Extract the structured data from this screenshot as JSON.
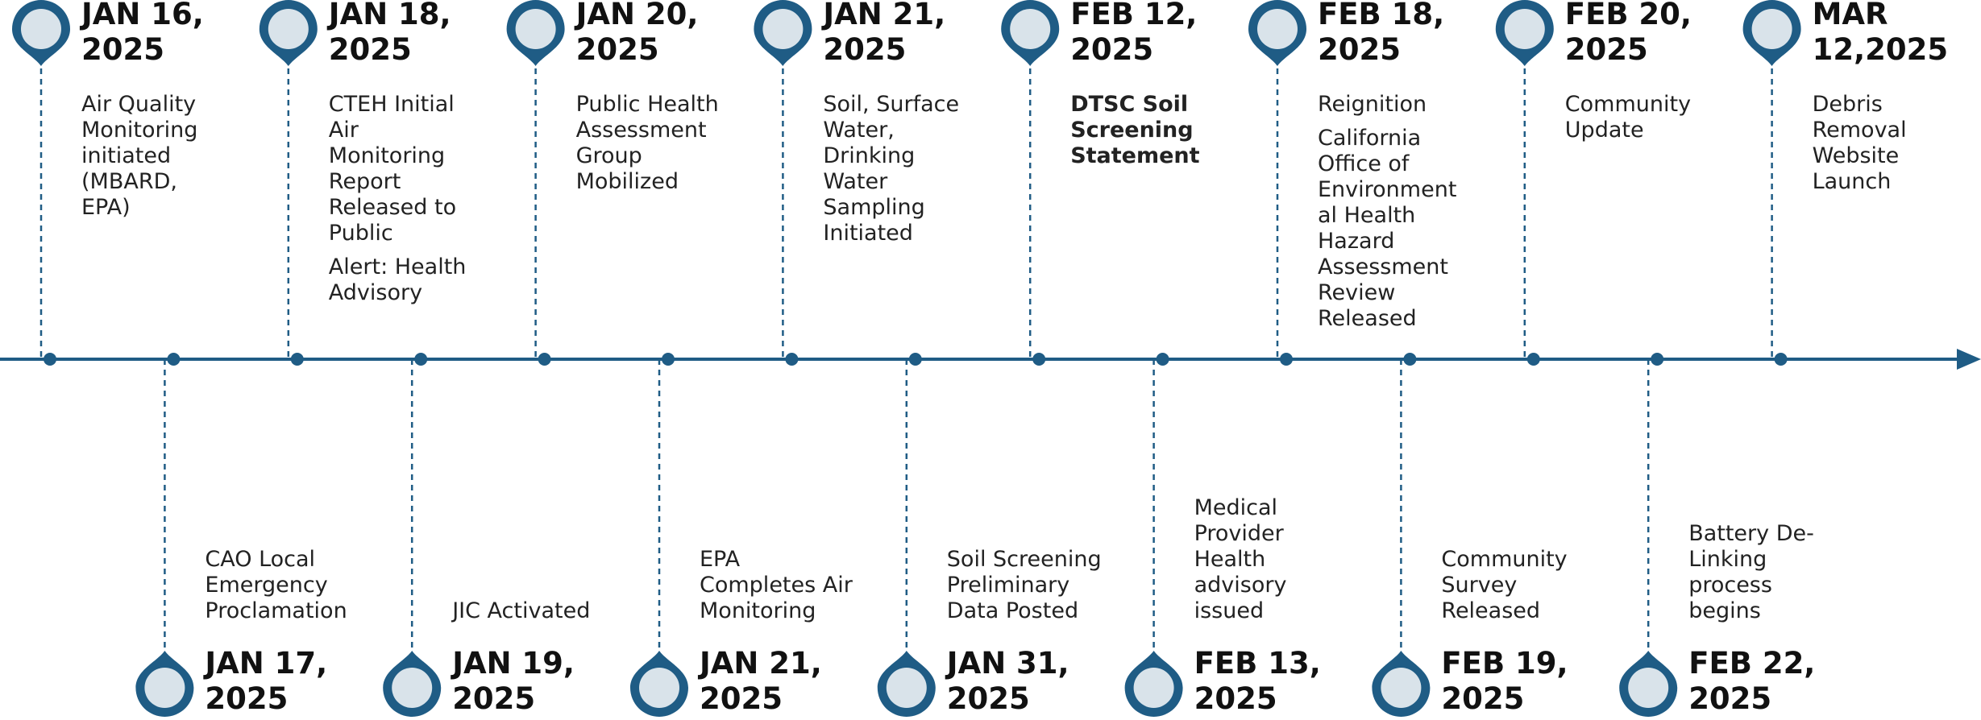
{
  "accent_color": "#1f5c85",
  "pin_fill": "#d9e3ea",
  "milestones": [
    {
      "date": "JAN 16,\n2025",
      "side": "top",
      "lines": [
        {
          "text": "Air Quality\nMonitoring\ninitiated\n(MBARD,\nEPA)"
        }
      ]
    },
    {
      "date": "JAN 17,\n2025",
      "side": "bottom",
      "lines": [
        {
          "text": "CAO Local\nEmergency\nProclamation"
        }
      ]
    },
    {
      "date": "JAN 18,\n2025",
      "side": "top",
      "lines": [
        {
          "text": "CTEH Initial\nAir\nMonitoring\nReport\nReleased to\nPublic"
        },
        {
          "text": "Alert: Health\nAdvisory"
        }
      ]
    },
    {
      "date": "JAN 19,\n2025",
      "side": "bottom",
      "lines": [
        {
          "text": "JIC Activated"
        }
      ]
    },
    {
      "date": "JAN 20,\n2025",
      "side": "top",
      "lines": [
        {
          "text": "Public Health\nAssessment\nGroup\nMobilized"
        }
      ]
    },
    {
      "date": "JAN 21,\n2025",
      "side": "bottom",
      "lines": [
        {
          "text": "EPA\nCompletes Air\nMonitoring"
        }
      ]
    },
    {
      "date": "JAN 21,\n2025",
      "side": "top",
      "lines": [
        {
          "text": "Soil, Surface\nWater,\nDrinking\nWater\nSampling\nInitiated"
        }
      ]
    },
    {
      "date": "JAN 31,\n2025",
      "side": "bottom",
      "lines": [
        {
          "text": "Soil Screening\nPreliminary\nData Posted"
        }
      ]
    },
    {
      "date": "FEB 12,\n2025",
      "side": "top",
      "lines": [
        {
          "text": "DTSC Soil\nScreening\nStatement",
          "bold": true
        }
      ]
    },
    {
      "date": "FEB 13,\n2025",
      "side": "bottom",
      "lines": [
        {
          "text": "Medical\nProvider\nHealth\nadvisory\nissued"
        }
      ]
    },
    {
      "date": "FEB 18,\n2025",
      "side": "top",
      "lines": [
        {
          "text": "Reignition"
        },
        {
          "text": "California\nOffice of\nEnvironment\nal Health\nHazard\nAssessment\nReview\nReleased"
        }
      ]
    },
    {
      "date": "FEB 19,\n2025",
      "side": "bottom",
      "lines": [
        {
          "text": "Community\nSurvey\nReleased"
        }
      ]
    },
    {
      "date": "FEB 20,\n2025",
      "side": "top",
      "lines": [
        {
          "text": "Community\nUpdate"
        }
      ]
    },
    {
      "date": "FEB 22,\n2025",
      "side": "bottom",
      "lines": [
        {
          "text": "Battery De-\nLinking\nprocess\nbegins"
        }
      ]
    },
    {
      "date": "MAR\n12,2025",
      "side": "top",
      "lines": [
        {
          "text": "Debris\nRemoval\nWebsite\nLaunch"
        }
      ]
    }
  ]
}
